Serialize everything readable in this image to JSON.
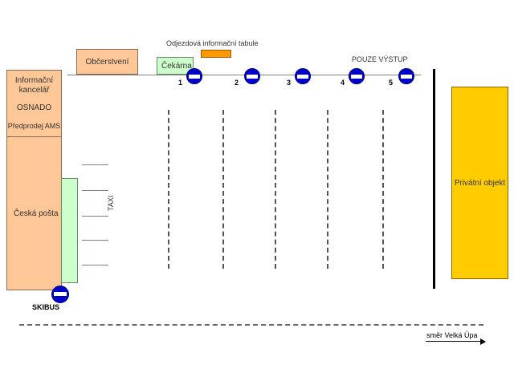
{
  "buildings": {
    "refreshments": "Občerstvení",
    "waiting_room": "Čekárna",
    "info_office": [
      "Informační",
      "kancelář",
      "OSNADO",
      "Předprodej AMS"
    ],
    "post_office": "Česká pošta",
    "private": "Privátní objekt"
  },
  "departure_board": "Odjezdová informační tabule",
  "exit_only": "POUZE VÝSTUP",
  "stops": [
    "1",
    "2",
    "3",
    "4",
    "5"
  ],
  "skibus": "SKIBUS",
  "taxi": "TAXI",
  "direction": "směr Velká Úpa",
  "colors": {
    "building": "#fdc797",
    "waiting": "#ccffcc",
    "board": "#ff9900",
    "private": "#ffcc00",
    "stop_sign": "#0000cc"
  }
}
